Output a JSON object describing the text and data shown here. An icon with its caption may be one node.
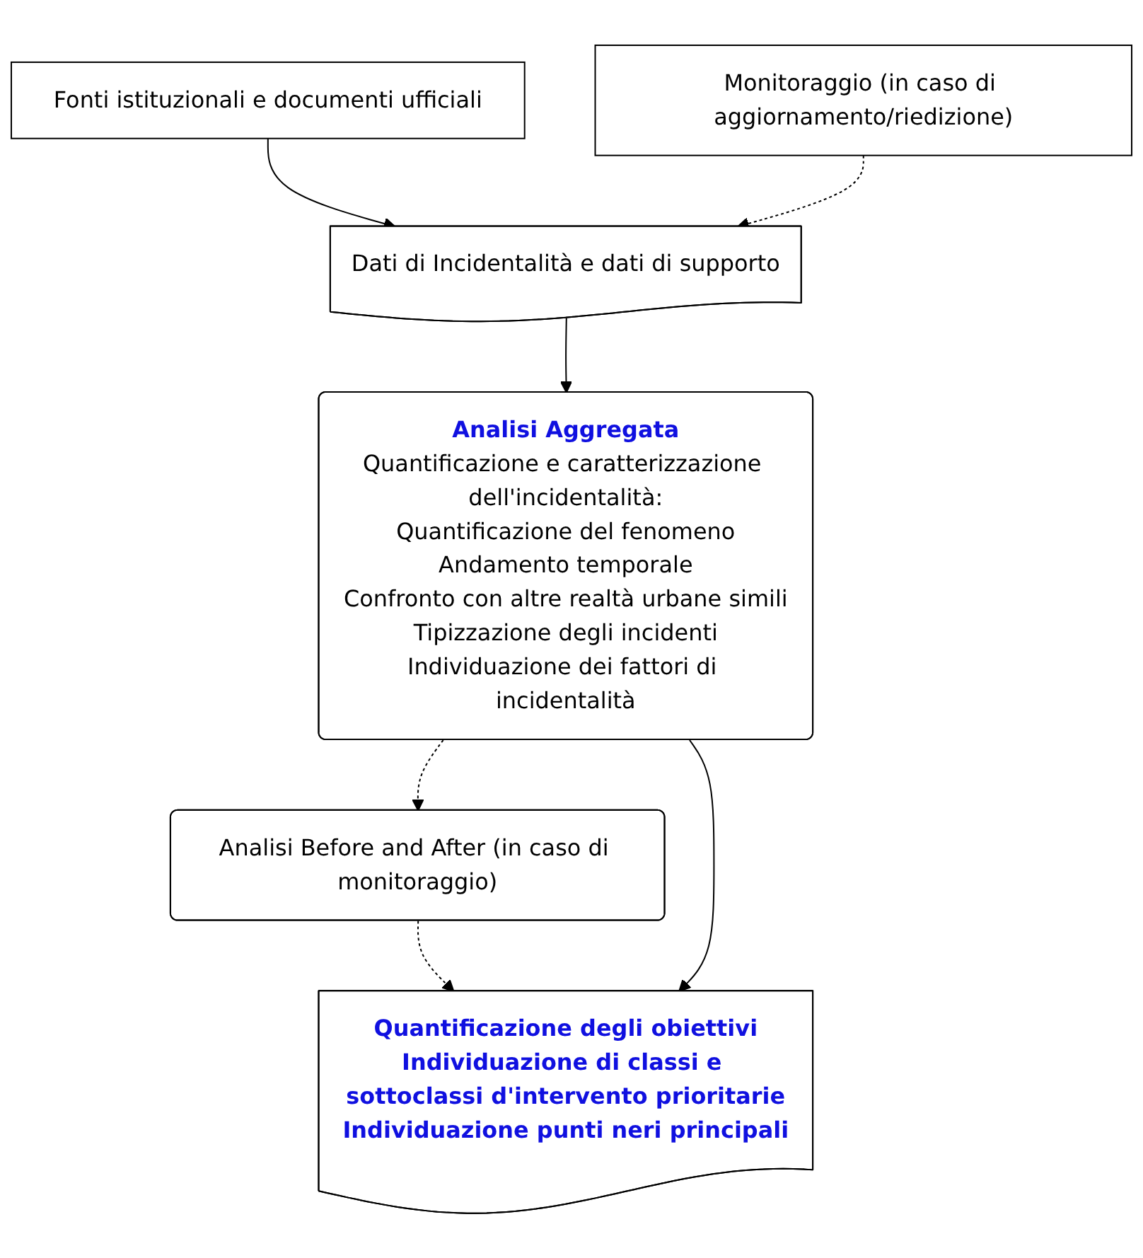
{
  "diagram": {
    "nodes": [
      {
        "text": [
          "Fonti istituzionali e documenti ufficiali"
        ]
      },
      {
        "text": [
          "Monitoraggio (in caso di aggiornamento/riedizione)"
        ]
      },
      {
        "text": [
          "Dati di Incidentalità e dati di supporto"
        ]
      },
      {
        "text": [
          "Analisi Before and After (in caso di monitoraggio)"
        ]
      },
      {
        "text": [
          "Analisi Aggregata",
          "Quantificazione e caratterizzazione dell'incidentalità:",
          "Quantificazione del fenomeno",
          "Andamento temporale",
          "Confronto con altre realtà urbane simili",
          "Tipizzazione degli incidenti",
          "Individuazione dei fattori di incidentalità"
        ]
      },
      {
        "text": [
          "Quantificazione degli obiettivi",
          "Individuazione di classi e sottoclassi d'intervento prioritarie",
          "Individuazione punti neri principali"
        ]
      }
    ],
    "edges": [
      {
        "from": 0,
        "to": 2,
        "arrow": "to"
      },
      {
        "from": 1,
        "to": 2,
        "arrow": "to",
        "style": "dashed"
      },
      {
        "from": 2,
        "to": 4,
        "arrow": "to"
      },
      {
        "from": 4,
        "to": 3,
        "arrow": "to",
        "style": "dashed"
      },
      {
        "from": 3,
        "to": 5,
        "arrow": "to",
        "style": "dashed"
      },
      {
        "from": 4,
        "to": 5,
        "arrow": "to"
      }
    ]
  }
}
